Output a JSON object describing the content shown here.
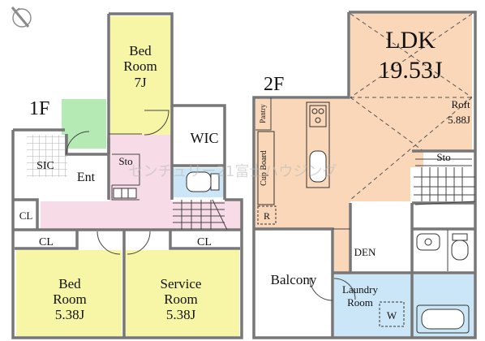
{
  "floors": {
    "first": {
      "label": "1F",
      "rooms": {
        "bed_top": {
          "name": "Bed",
          "name2": "Room",
          "area": "7J"
        },
        "wic": "WIC",
        "sic": "SIC",
        "ent": "Ent",
        "sto": "Sto",
        "cl_left": "CL",
        "cl_bed": "CL",
        "cl_service": "CL",
        "bed_bottom": {
          "name": "Bed",
          "name2": "Room",
          "area": "5.38J"
        },
        "service": {
          "name": "Service",
          "name2": "Room",
          "area": "5.38J"
        }
      }
    },
    "second": {
      "label": "2F",
      "rooms": {
        "ldk": {
          "name": "LDK",
          "area": "19.53J"
        },
        "roft": {
          "name": "Roft",
          "area": "5.88J"
        },
        "sto": "Sto",
        "pantry": "Pantry",
        "cupboard": "Cup Board",
        "r_mark": "R",
        "den": "DEN",
        "balcony": "Balcony",
        "laundry": {
          "name": "Laundry",
          "name2": "Room"
        },
        "w_mark": "W"
      }
    }
  },
  "watermark": "センチュリー21富士ハウジング",
  "colors": {
    "bedroom": "#f7f6a6",
    "hall": "#f7dbe7",
    "ldk": "#f9d7b8",
    "wet": "#cbe7f7",
    "green": "#b6eab5",
    "wall": "#888888",
    "wall_dark": "#555555"
  },
  "icons": [
    "compass-icon",
    "toilet-icon",
    "bathtub-icon",
    "sink-icon",
    "stove-icon"
  ]
}
